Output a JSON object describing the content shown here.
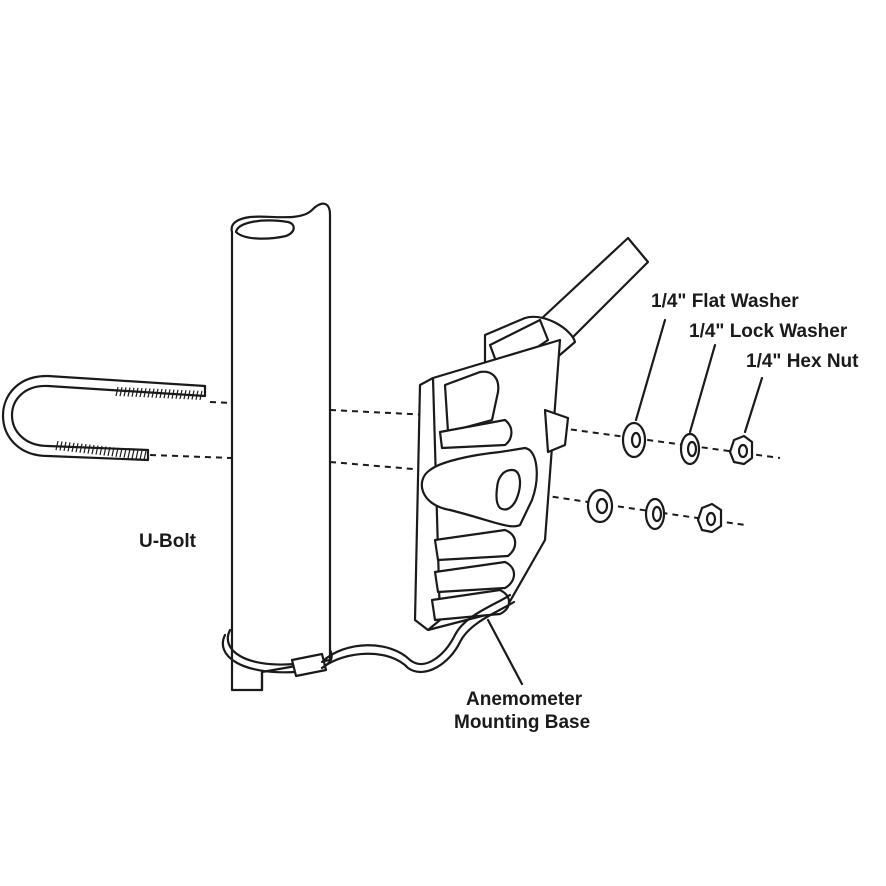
{
  "labels": {
    "flat_washer": "1/4\" Flat Washer",
    "lock_washer": "1/4\" Lock Washer",
    "hex_nut": "1/4\" Hex Nut",
    "u_bolt": "U-Bolt",
    "mounting_base_line1": "Anemometer",
    "mounting_base_line2": "Mounting Base"
  },
  "colors": {
    "line": "#1a1a1a",
    "background": "#ffffff"
  }
}
